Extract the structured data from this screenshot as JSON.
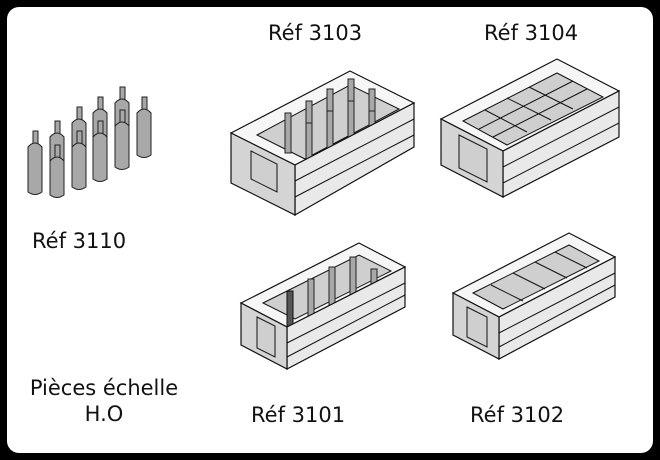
{
  "labels": {
    "ref_3103": "Réf 3103",
    "ref_3104": "Réf 3104",
    "ref_3110": "Réf 3110",
    "ref_3101": "Réf 3101",
    "ref_3102": "Réf 3102"
  },
  "caption": {
    "line1": "Pièces échelle",
    "line2": "H.O"
  }
}
